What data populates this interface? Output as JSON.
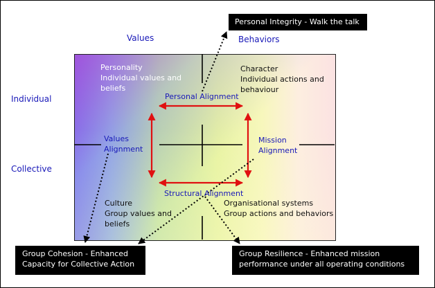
{
  "headers": {
    "values": "Values",
    "behaviors": "Behaviors",
    "individual": "Individual",
    "collective": "Collective"
  },
  "quadrants": {
    "top_left": {
      "title": "Personality",
      "line1": "Individual values and",
      "line2": "beliefs"
    },
    "top_right": {
      "title": "Character",
      "line1": "Individual actions and",
      "line2": "behaviour"
    },
    "bottom_left": {
      "title": "Culture",
      "line1": "Group values and",
      "line2": "beliefs"
    },
    "bottom_right": {
      "line1": "Organisational systems",
      "line2": "Group actions and behaviors"
    }
  },
  "alignments": {
    "personal": "Personal Alignment",
    "structural": "Structural Alignment",
    "values_line1": "Values",
    "values_line2": "Alignment",
    "mission_line1": "Mission",
    "mission_line2": "Alignment"
  },
  "callouts": {
    "personal_integrity": "Personal Integrity - Walk the talk",
    "group_cohesion_line1": "Group Cohesion - Enhanced",
    "group_cohesion_line2": "Capacity for Collective Action",
    "group_resilience_line1": "Group Resilience - Enhanced mission",
    "group_resilience_line2": "performance under all operating conditions"
  },
  "colors": {
    "arrow": "#e01010",
    "label_blue": "#1818b8",
    "box_fill": "#000000",
    "box_text": "#ffffff"
  }
}
